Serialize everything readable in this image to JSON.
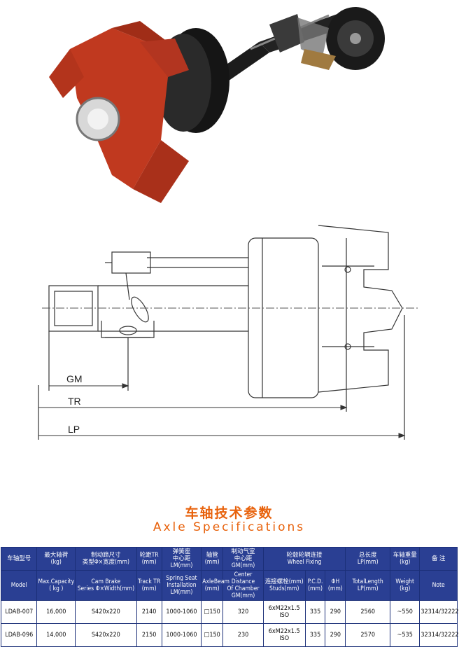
{
  "drawing": {
    "labels": {
      "gm": "GM",
      "tr": "TR",
      "lp": "LP"
    }
  },
  "title": {
    "cn": "车轴技术参数",
    "en": "Axle Specifications"
  },
  "table": {
    "header_cn": [
      "车轴型号",
      "最大轴荷\n(kg)",
      "制动蹄尺寸\n类型Φ×宽度(mm)",
      "轮距TR\n(mm)",
      "弹簧座\n中心距\nLM(mm)",
      "轴管\n(mm)",
      "制动气室\n中心距\nGM(mm)",
      "轮毂轮辋连接\nWheel Fixing",
      "总长度\nLP(mm)",
      "车轴重量\n(kg)",
      "备 注"
    ],
    "header_en": [
      "Model",
      "Max.Capacity\n( kg )",
      "Cam Brake\nSeries Φ×Width(mm)",
      "Track TR\n(mm)",
      "Spring Seat\nInstallation\nLM(mm)",
      "AxleBeam\n(mm)",
      "Center Distance\nOf Chamber\nGM(mm)",
      "连接螺栓(mm)\nStuds(mm)",
      "P.C.D.\n(mm)",
      "ΦH\n(mm)",
      "TotalLength\nLP(mm)",
      "Weight\n(kg)",
      "Note"
    ],
    "rows": [
      [
        "LDAB-007",
        "16,000",
        "S420x220",
        "2140",
        "1000-1060",
        "□150",
        "320",
        "6xM22x1.5\nISO",
        "335",
        "290",
        "2560",
        "~550",
        "32314/32222"
      ],
      [
        "LDAB-096",
        "14,000",
        "S420x220",
        "2150",
        "1000-1060",
        "□150",
        "230",
        "6xM22x1.5\nISO",
        "335",
        "290",
        "2570",
        "~535",
        "32314/32222"
      ]
    ]
  }
}
